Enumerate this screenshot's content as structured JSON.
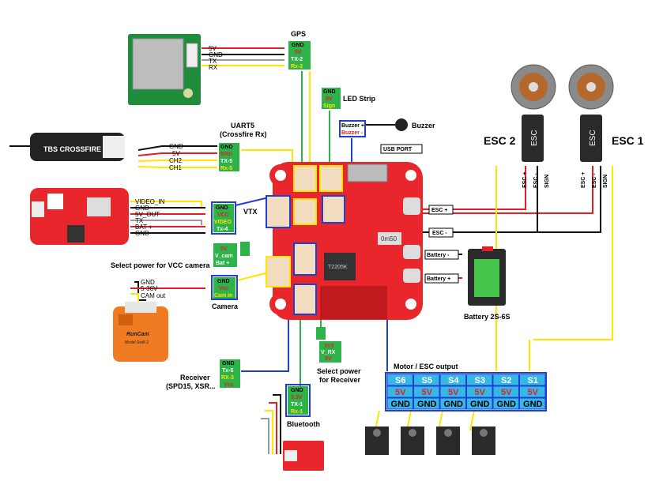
{
  "gps": {
    "title": "GPS",
    "wires": [
      "5V",
      "GND",
      "TX",
      "RX"
    ],
    "pins": [
      "GND",
      "5V",
      "TX-2",
      "Rx-2"
    ]
  },
  "led": {
    "title": "LED Strip",
    "pins": [
      "GND",
      "5V",
      "Sign"
    ]
  },
  "buzzer": {
    "title": "Buzzer",
    "pins": [
      "Buzzer +",
      "Buzzer -"
    ]
  },
  "usb": {
    "title": "USB PORT"
  },
  "uart5": {
    "title": "UART5",
    "subtitle": "(Crossfire Rx)",
    "wires": [
      "GND",
      "5V",
      "CH2",
      "CH1"
    ],
    "pins": [
      "GND",
      "5Vol",
      "TX-5",
      "Rx-5"
    ],
    "device": "TBS CROSSFIRE"
  },
  "vtx": {
    "title": "VTX",
    "wires": [
      "VIDEO_IN",
      "GND",
      "5V_OUT",
      "TX",
      "BAT +",
      "GND"
    ],
    "pins": [
      "GND",
      "VCC",
      "VIDEO",
      "Tx-4"
    ]
  },
  "vcc_select": {
    "title": "Select power for VCC camera",
    "pins": [
      "5V",
      "V_cam",
      "Bat +"
    ]
  },
  "camera": {
    "title": "Camera",
    "wires": [
      "GND",
      "5-36V",
      "CAM out"
    ],
    "pins": [
      "GND",
      "Vcc",
      "Cam in"
    ],
    "brand": "RunCam",
    "model": "Model Swift 2"
  },
  "receiver": {
    "title": "Receiver",
    "subtitle": "(SPD15, XSR...",
    "pins": [
      "GND",
      "Tx-6",
      "RX-3",
      "Vcc"
    ]
  },
  "rx_select": {
    "title": "Select power",
    "subtitle": "for Receiver",
    "pins": [
      "3V3",
      "V_RX",
      "5V"
    ]
  },
  "bluetooth": {
    "title": "Bluetooth",
    "pins": [
      "GND",
      "3.3V",
      "TX-1",
      "Rx-1"
    ]
  },
  "esc2": {
    "title": "ESC 2",
    "label": "ESC",
    "pins": [
      "ESC +",
      "ESC -",
      "SIGN"
    ]
  },
  "esc1": {
    "title": "ESC 1",
    "label": "ESC",
    "pins": [
      "ESC +",
      "ESC -",
      "SIGN"
    ]
  },
  "fc": {
    "tags": [
      "ESC +",
      "ESC -",
      "Battery -",
      "Battery +"
    ],
    "chip_text": "0m50",
    "ic_text": "T2205K"
  },
  "battery": {
    "title": "Battery 2S-6S"
  },
  "motor": {
    "title": "Motor / ESC output",
    "channels": [
      "S6",
      "S5",
      "S4",
      "S3",
      "S2",
      "S1"
    ],
    "row_5v": "5V",
    "row_gnd": "GND"
  },
  "colors": {
    "red": "#e31e24",
    "black": "#111111",
    "yellow": "#ffe600",
    "green": "#2db34a",
    "blue": "#1f3fd1",
    "grey": "#999999",
    "cyan": "#35b7e8",
    "pcb": "#e8262b"
  }
}
